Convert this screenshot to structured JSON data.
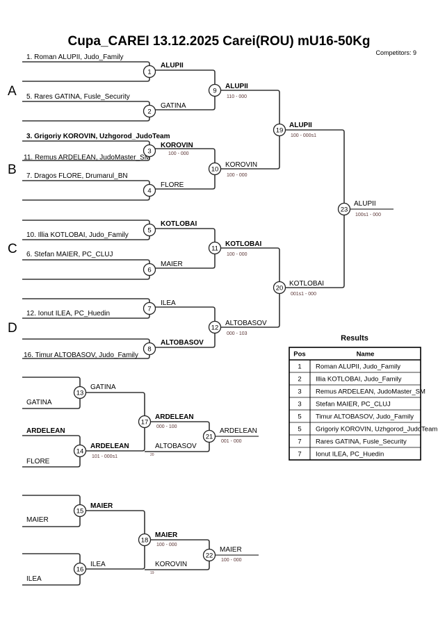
{
  "header": {
    "title": "Cupa_CAREI  13.12.2025  Carei(ROU)   mU16-50Kg",
    "competitors": "Competitors: 9"
  },
  "pools": [
    "A",
    "B",
    "C",
    "D"
  ],
  "entrants": [
    {
      "label": "1. Roman ALUPII, Judo_Family",
      "bold": false
    },
    {
      "label": "5. Rares GATINA, Fusle_Security",
      "bold": false
    },
    {
      "label": "3. Grigoriy KOROVIN, Uzhgorod_JudoTeam",
      "bold": true
    },
    {
      "label": "11. Remus ARDELEAN, JudoMaster_SM",
      "bold": false
    },
    {
      "label": "7. Dragos FLORE, Drumarul_BN",
      "bold": false
    },
    {
      "label": "10. Illia KOTLOBAI, Judo_Family",
      "bold": false
    },
    {
      "label": "6. Stefan MAIER, PC_CLUJ",
      "bold": false
    },
    {
      "label": "12. Ionut ILEA, PC_Huedin",
      "bold": false
    },
    {
      "label": "16. Timur ALTOBASOV, Judo_Family",
      "bold": false
    }
  ],
  "matches": {
    "m1": {
      "num": "1",
      "winner": "ALUPII"
    },
    "m2": {
      "num": "2",
      "winner": "GATINA"
    },
    "m3": {
      "num": "3",
      "winner": "KOROVIN",
      "score": "100 - 000"
    },
    "m4": {
      "num": "4",
      "winner": "FLORE"
    },
    "m5": {
      "num": "5",
      "winner": "KOTLOBAI"
    },
    "m6": {
      "num": "6",
      "winner": "MAIER"
    },
    "m7": {
      "num": "7",
      "winner": "ILEA"
    },
    "m8": {
      "num": "8",
      "winner": "ALTOBASOV"
    },
    "m9": {
      "num": "9",
      "winner": "ALUPII",
      "score": "110 - 000"
    },
    "m10": {
      "num": "10",
      "winner": "KOROVIN",
      "score": "100 - 000"
    },
    "m11": {
      "num": "11",
      "winner": "KOTLOBAI",
      "score": "100 - 000"
    },
    "m12": {
      "num": "12",
      "winner": "ALTOBASOV",
      "score": "000 - 103"
    },
    "m19": {
      "num": "19",
      "winner": "ALUPII",
      "score": "100 - 000s1"
    },
    "m20": {
      "num": "20",
      "winner": "KOTLOBAI",
      "score": "001s1 - 000"
    },
    "m23": {
      "num": "23",
      "winner": "ALUPII",
      "score": "100s1 - 000"
    },
    "m13": {
      "num": "13",
      "top": "",
      "bottom": "GATINA",
      "winner": "GATINA"
    },
    "m14": {
      "num": "14",
      "top": "ARDELEAN",
      "bottom": "FLORE",
      "winner": "ARDELEAN",
      "score": "101 - 000s1"
    },
    "m17": {
      "num": "17",
      "winner": "ARDELEAN",
      "score": "000 - 100",
      "incoming": "ALTOBASOV",
      "incoming_from": "20"
    },
    "m21": {
      "num": "21",
      "winner": "ARDELEAN",
      "score": "001 - 000"
    },
    "m15": {
      "num": "15",
      "top": "",
      "bottom": "MAIER",
      "winner": "MAIER"
    },
    "m16": {
      "num": "16",
      "top": "",
      "bottom": "ILEA",
      "winner": "ILEA"
    },
    "m18": {
      "num": "18",
      "winner": "MAIER",
      "score": "100 - 000",
      "incoming": "KOROVIN",
      "incoming_from": "19"
    },
    "m22": {
      "num": "22",
      "winner": "MAIER",
      "score": "100 - 000"
    }
  },
  "results": {
    "title": "Results",
    "headers": [
      "Pos",
      "Name"
    ],
    "rows": [
      {
        "pos": "1",
        "name": "Roman ALUPII, Judo_Family"
      },
      {
        "pos": "2",
        "name": "Illia KOTLOBAI, Judo_Family"
      },
      {
        "pos": "3",
        "name": "Remus ARDELEAN, JudoMaster_SM"
      },
      {
        "pos": "3",
        "name": "Stefan MAIER, PC_CLUJ"
      },
      {
        "pos": "5",
        "name": "Timur ALTOBASOV, Judo_Family"
      },
      {
        "pos": "5",
        "name": "Grigoriy KOROVIN, Uzhgorod_JudoTeam"
      },
      {
        "pos": "7",
        "name": "Rares GATINA, Fusle_Security"
      },
      {
        "pos": "7",
        "name": "Ionut ILEA, PC_Huedin"
      }
    ]
  }
}
